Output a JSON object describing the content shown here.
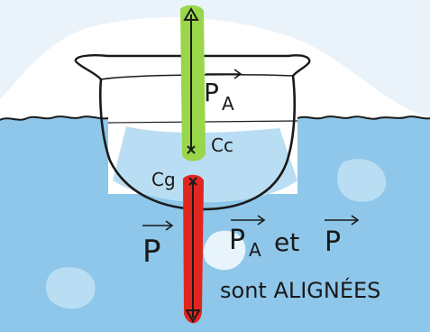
{
  "labels": {
    "buoyancy": "P",
    "buoyancy_sub": "A",
    "center_buoyancy": "Cc",
    "center_gravity": "Cg",
    "weight": "P",
    "statement_line1_a": "P",
    "statement_line1_a_sub": "A",
    "statement_line1_mid": "et",
    "statement_line1_b": "P",
    "statement_line2": "sont ALIGNÉES"
  },
  "colors": {
    "water": "#8ec7ea",
    "water_light": "#b9def3",
    "buoyancy_arrow": "#9ad64a",
    "weight_arrow": "#e0261f",
    "ink": "#1a1a1a"
  }
}
